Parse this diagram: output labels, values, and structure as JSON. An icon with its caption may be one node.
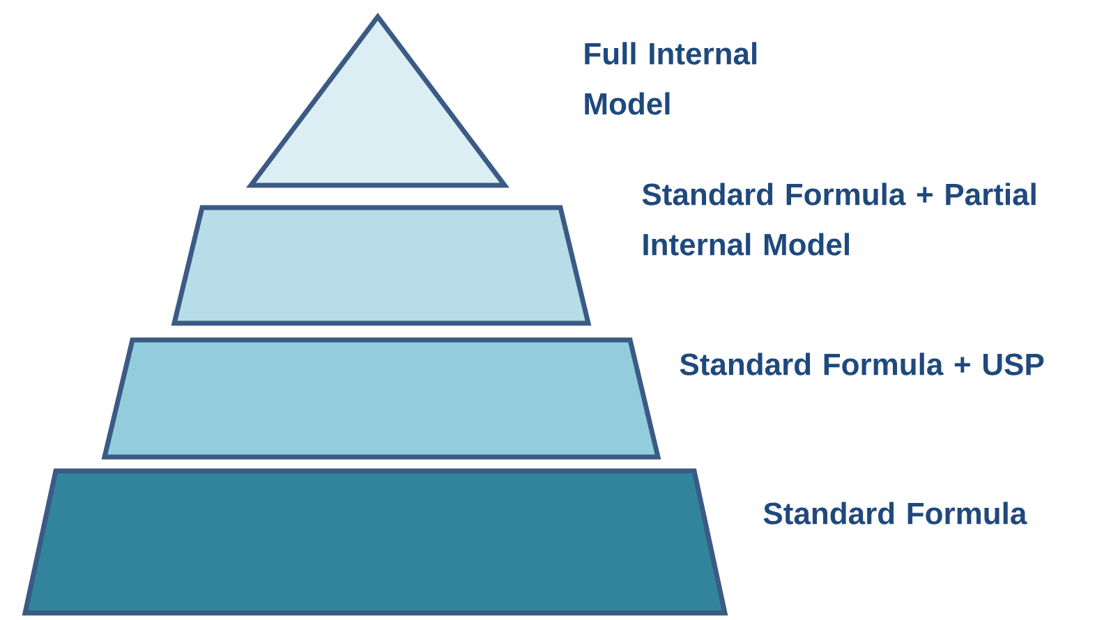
{
  "diagram": {
    "nodes": [
      {
        "text": [],
        "shape": "triangle",
        "beside": [
          "Full Internal Model"
        ]
      },
      {
        "text": [],
        "shape": "trapezoid",
        "beside": [
          "Standard Formula + Partial Internal Model"
        ]
      },
      {
        "text": [],
        "shape": "trapezoid",
        "beside": [
          "Standard Formula + USP"
        ]
      },
      {
        "text": [],
        "shape": "trapezoid",
        "beside": [
          "Standard Formula"
        ]
      }
    ]
  }
}
